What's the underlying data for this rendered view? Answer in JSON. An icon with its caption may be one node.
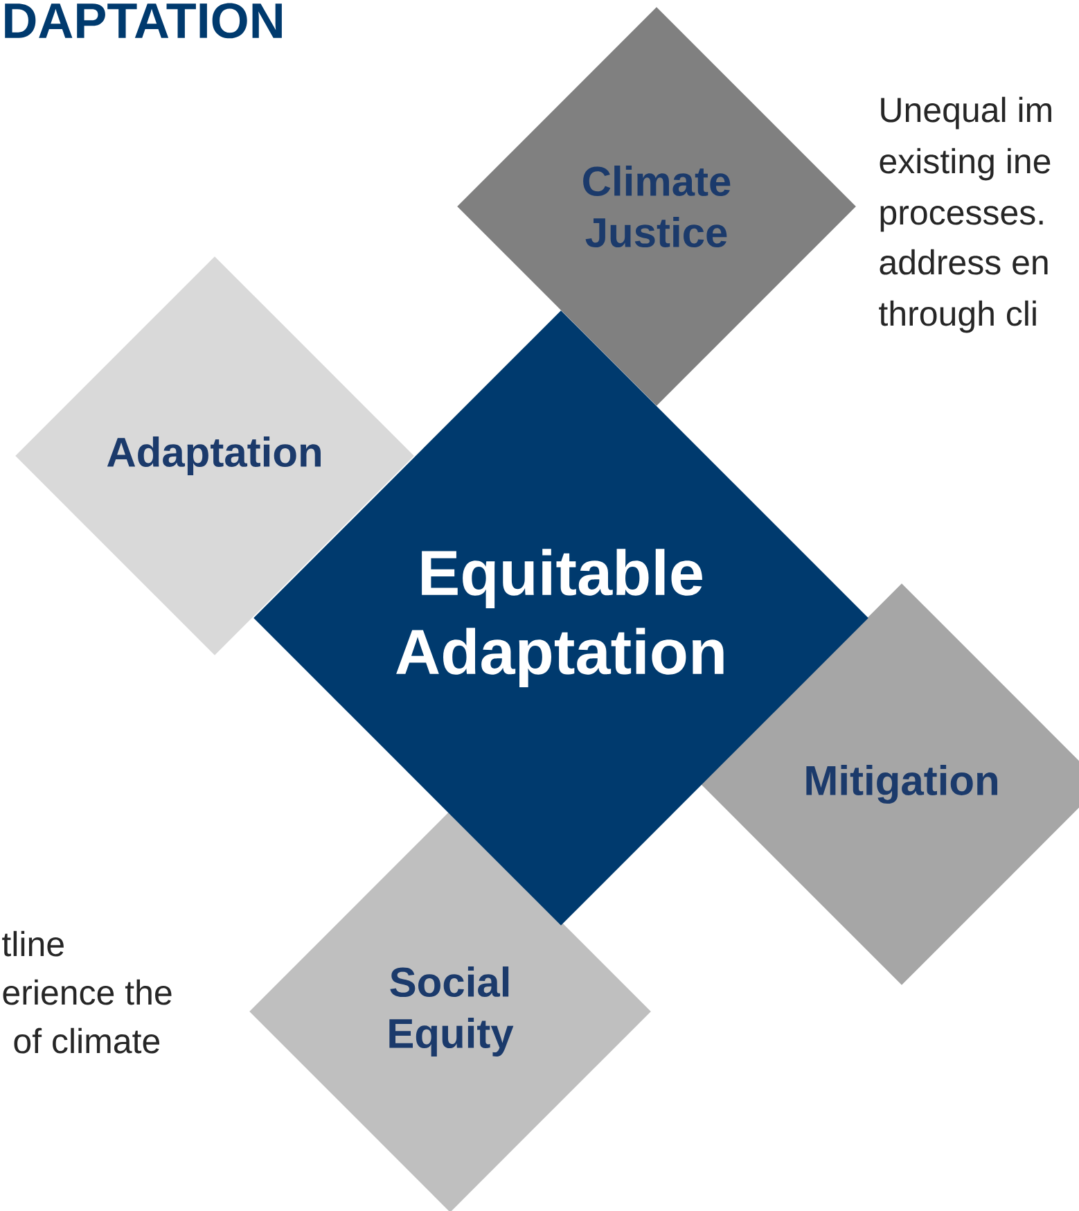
{
  "diagram": {
    "title": "DAPTATION",
    "nodes": [
      {
        "text": [
          "Climate Justice"
        ]
      },
      {
        "text": [
          "Adaptation"
        ]
      },
      {
        "text": [
          "Equitable Adaptation"
        ]
      },
      {
        "text": [
          "Mitigation"
        ]
      },
      {
        "text": [
          "Social Equity"
        ]
      }
    ],
    "labels": [
      "Unequal im",
      "existing ine",
      "processes.",
      "address en",
      "through cli",
      "tline",
      "erience the",
      "of climate"
    ]
  }
}
